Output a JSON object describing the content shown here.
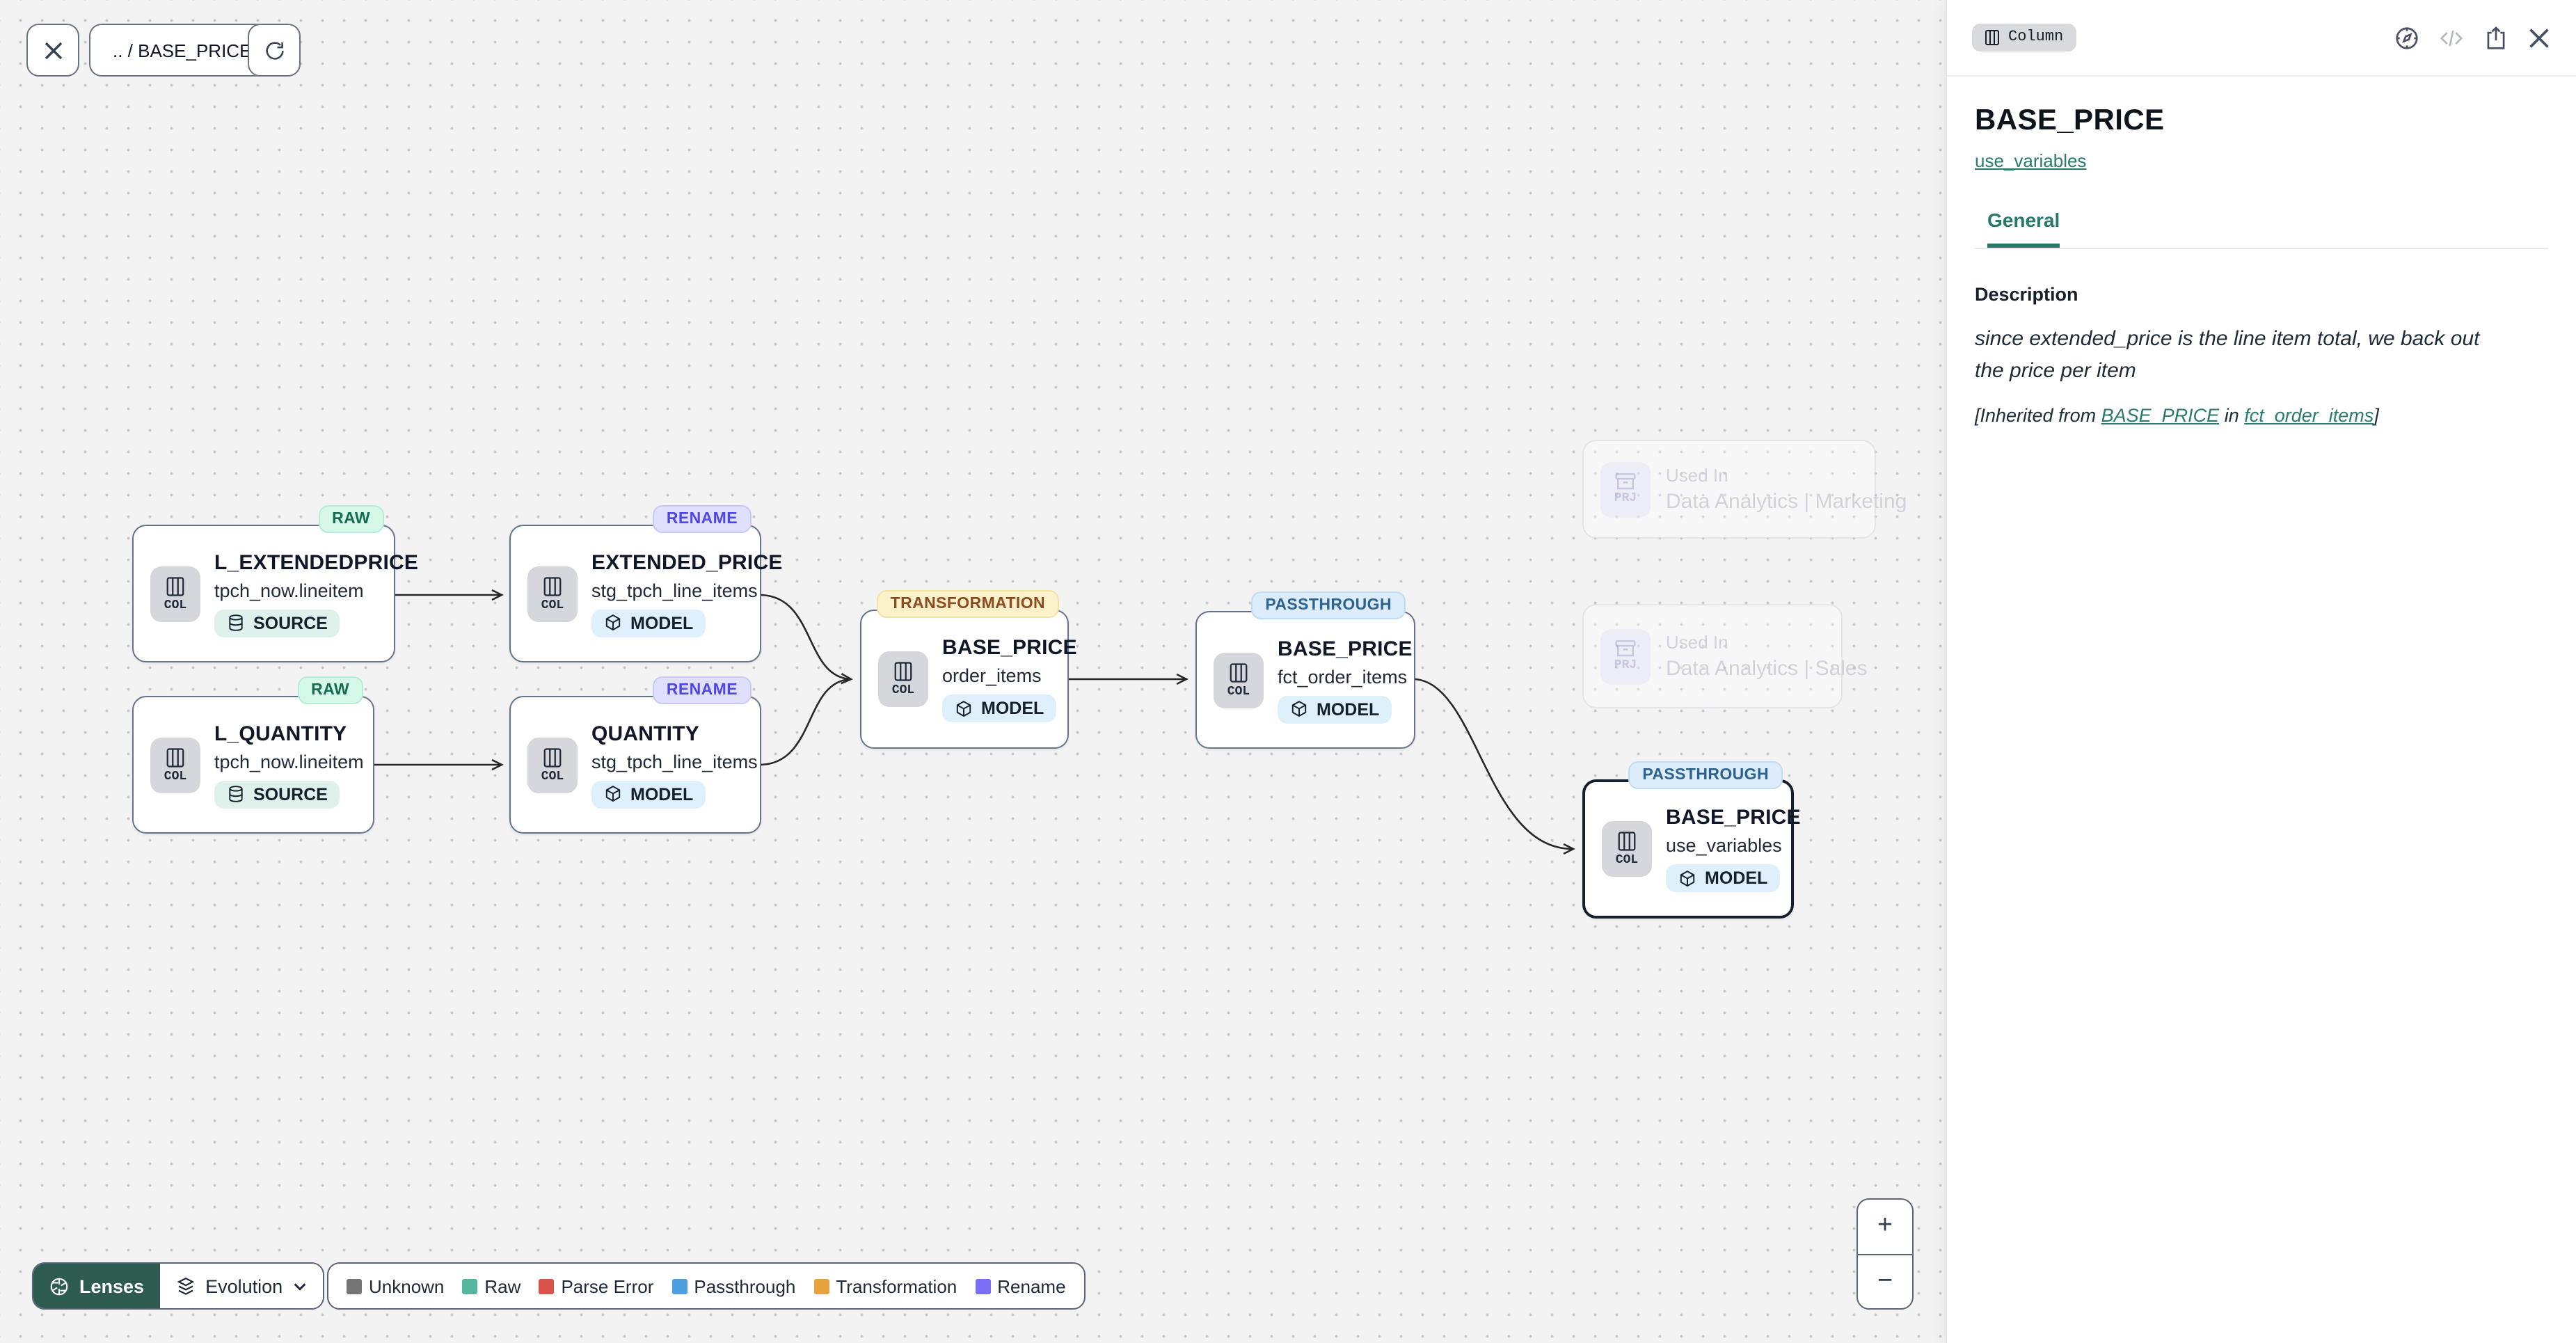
{
  "toolbar": {
    "breadcrumb": ".. / BASE_PRICE"
  },
  "panel": {
    "type_badge": "Column",
    "title": "BASE_PRICE",
    "subtitle_link": "use_variables",
    "tab_general": "General",
    "description": {
      "heading": "Description",
      "text": "since extended_price is the line item total, we back out the price per item",
      "inherited_prefix": "[Inherited from ",
      "inherited_link_column": "BASE_PRICE",
      "inherited_middle": " in ",
      "inherited_link_model": "fct_order_items",
      "inherited_suffix": "]"
    }
  },
  "nodes": [
    {
      "name": "L_EXTENDEDPRICE",
      "table": "tpch_now.lineitem",
      "kind": "SOURCE",
      "badge": "RAW",
      "tile": "COL"
    },
    {
      "name": "EXTENDED_PRICE",
      "table": "stg_tpch_line_items",
      "kind": "MODEL",
      "badge": "RENAME",
      "tile": "COL"
    },
    {
      "name": "L_QUANTITY",
      "table": "tpch_now.lineitem",
      "kind": "SOURCE",
      "badge": "RAW",
      "tile": "COL"
    },
    {
      "name": "QUANTITY",
      "table": "stg_tpch_line_items",
      "kind": "MODEL",
      "badge": "RENAME",
      "tile": "COL"
    },
    {
      "name": "BASE_PRICE",
      "table": "order_items",
      "kind": "MODEL",
      "badge": "TRANSFORMATION",
      "tile": "COL"
    },
    {
      "name": "BASE_PRICE",
      "table": "fct_order_items",
      "kind": "MODEL",
      "badge": "PASSTHROUGH",
      "tile": "COL"
    },
    {
      "name": "BASE_PRICE",
      "table": "use_variables",
      "kind": "MODEL",
      "badge": "PASSTHROUGH",
      "tile": "COL"
    }
  ],
  "ghosts": [
    {
      "label": "Used In",
      "name": "Data Analytics | Marketing",
      "tile": "PRJ"
    },
    {
      "label": "Used In",
      "name": "Data Analytics | Sales",
      "tile": "PRJ"
    }
  ],
  "footer": {
    "lenses_label": "Lenses",
    "mode_label": "Evolution",
    "legend": [
      {
        "label": "Unknown",
        "color": "#757575"
      },
      {
        "label": "Raw",
        "color": "#52b79e"
      },
      {
        "label": "Parse Error",
        "color": "#d9534a"
      },
      {
        "label": "Passthrough",
        "color": "#4d9fe0"
      },
      {
        "label": "Transformation",
        "color": "#e8a33d"
      },
      {
        "label": "Rename",
        "color": "#7b6ef6"
      }
    ]
  },
  "zoomctl": {
    "zoom_in": "+",
    "zoom_out": "−"
  }
}
